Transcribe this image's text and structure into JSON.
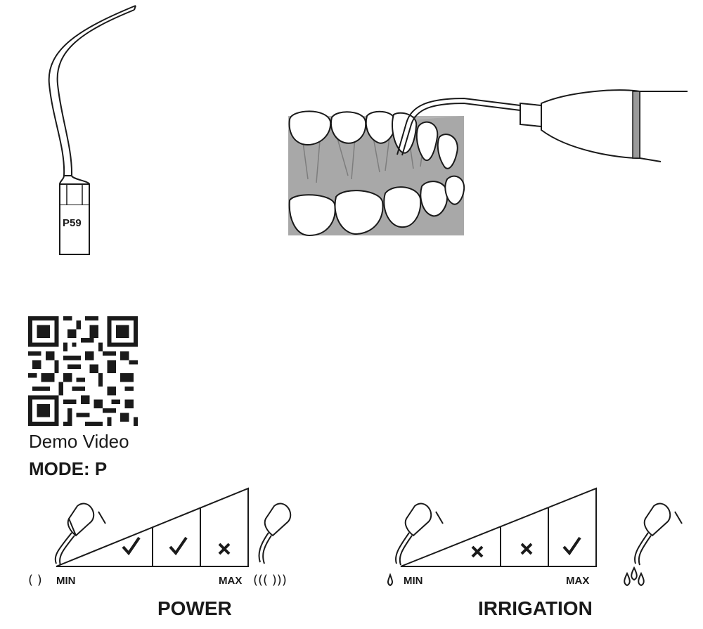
{
  "tip": {
    "code": "P59"
  },
  "qr": {
    "caption": "Demo Video"
  },
  "mode": {
    "label": "MODE: P"
  },
  "power": {
    "title": "POWER",
    "min_label": "MIN",
    "max_label": "MAX",
    "levels": [
      "check",
      "check",
      "cross"
    ]
  },
  "irrigation": {
    "title": "IRRIGATION",
    "min_label": "MIN",
    "max_label": "MAX",
    "levels": [
      "cross",
      "cross",
      "check"
    ]
  },
  "colors": {
    "ink": "#1a1a1a",
    "gum": "#b5b5b5",
    "gum_dark": "#8f8f8f"
  }
}
